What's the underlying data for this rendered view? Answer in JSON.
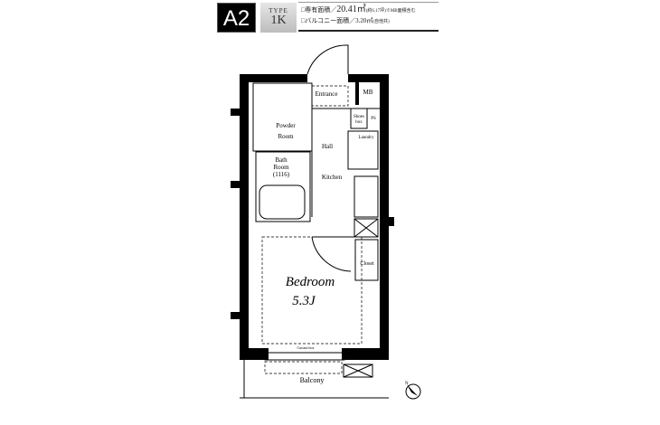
{
  "header": {
    "unit_code": "A2",
    "type_label": "TYPE",
    "type_value": "1K",
    "exclusive_area_label": "□専有面積／",
    "exclusive_area_value": "20.41㎡",
    "exclusive_area_note": "(約6.17坪)※MB面積含む",
    "balcony_area_label": "□バルコニー面積／",
    "balcony_area_value": "3.20㎡",
    "balcony_area_note": "(自他共)"
  },
  "rooms": {
    "entrance": "Entrance",
    "mb": "MB",
    "shoes_box_1": "Shoes",
    "shoes_box_2": "box",
    "ps": "PS",
    "powder_room_1": "Powder",
    "powder_room_2": "Room",
    "hall": "Hall",
    "laundry": "Laundry",
    "bath_room_1": "Bath",
    "bath_room_2": "Room",
    "bath_room_3": "(1116)",
    "kitchen": "Kitchen",
    "bedroom": "Bedroom",
    "bedroom_size": "5.3J",
    "closet": "Closet",
    "curtain_box": "Curtain box",
    "balcony": "Balcony"
  },
  "compass": {
    "north_label": "N"
  }
}
